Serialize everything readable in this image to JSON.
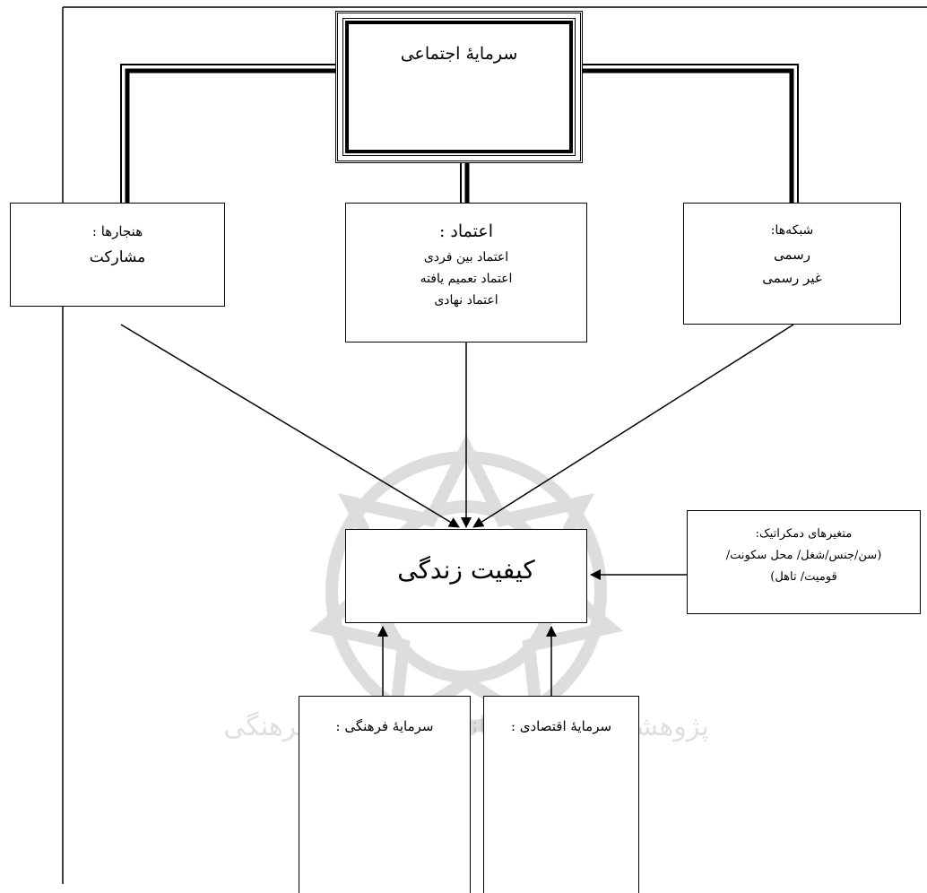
{
  "diagram": {
    "social_capital": {
      "title": "سرمایهٔ اجتماعی"
    },
    "norms": {
      "title": "هنجارها :",
      "items": [
        "مشارکت"
      ]
    },
    "trust": {
      "title": "اعتماد :",
      "items": [
        "اعتماد بین فردی",
        "اعتماد تعمیم یافته",
        "اعتماد نهادی"
      ]
    },
    "networks": {
      "title": "شبکه‌ها:",
      "items": [
        "رسمی",
        "غیر رسمی"
      ]
    },
    "quality_of_life": {
      "title": "کیفیت زندگی"
    },
    "demographic": {
      "lines": [
        "متغیرهای دمکراتیک:",
        "(سن/جنس/شغل/ محل سکونت/",
        "قومیت/ تاهل)"
      ]
    },
    "cultural_capital": {
      "title": "سرمایهٔ فرهنگی :"
    },
    "economic_capital": {
      "title": "سرمایهٔ اقتصادی :"
    },
    "watermark": {
      "text": "پژوهشگاه علوم انسانی و مطالعات فرهنگی"
    }
  }
}
